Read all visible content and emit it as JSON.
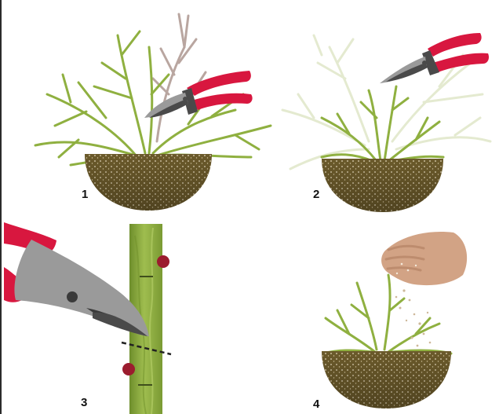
{
  "steps": [
    {
      "number": "1"
    },
    {
      "number": "2"
    },
    {
      "number": "3"
    },
    {
      "number": "4"
    }
  ],
  "colors": {
    "stem_green": "#8fb040",
    "stem_dark": "#6f8f2a",
    "dead_wood": "#b9a6a0",
    "faded_branch": "#e4ead0",
    "soil": "#6b5a2b",
    "soil_dots": "#e8dcc0",
    "pruner_handle": "#d8173f",
    "pruner_blade": "#9a9a9a",
    "pruner_dark": "#4a4a4a",
    "bud": "#9b1c2e",
    "hand": "#d2a385",
    "cut_line": "#222222"
  },
  "icons": [
    "pruning-shears-icon",
    "hand-icon"
  ]
}
